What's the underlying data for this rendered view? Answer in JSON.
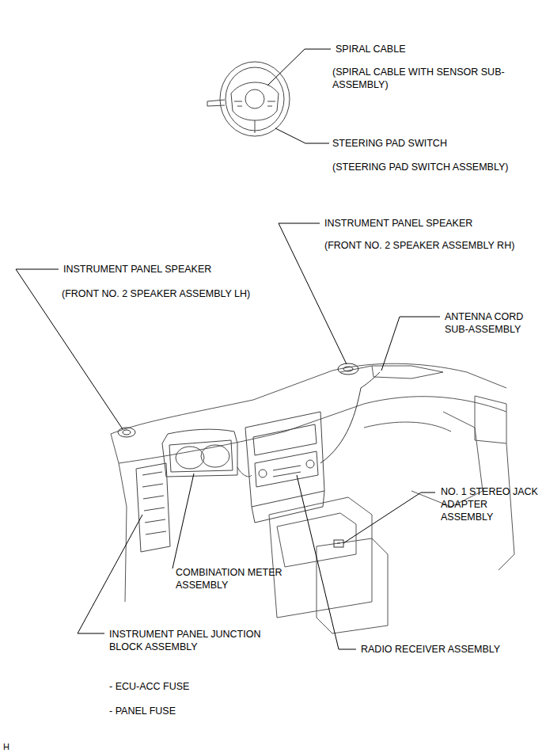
{
  "diagram": {
    "labels": [
      "SPIRAL CABLE",
      "(SPIRAL CABLE WITH SENSOR SUB-ASSEMBLY)",
      "STEERING PAD SWITCH",
      "(STEERING PAD SWITCH ASSEMBLY)",
      "INSTRUMENT PANEL SPEAKER",
      "(FRONT NO. 2 SPEAKER ASSEMBLY RH)",
      "INSTRUMENT PANEL SPEAKER",
      "(FRONT NO. 2 SPEAKER ASSEMBLY LH)",
      "ANTENNA CORD SUB-ASSEMBLY",
      "NO. 1 STEREO JACK ADAPTER ASSEMBLY",
      "COMBINATION METER ASSEMBLY",
      "INSTRUMENT PANEL JUNCTION BLOCK ASSEMBLY",
      "RADIO RECEIVER ASSEMBLY",
      "- ECU-ACC FUSE",
      "- PANEL FUSE",
      "H"
    ]
  }
}
